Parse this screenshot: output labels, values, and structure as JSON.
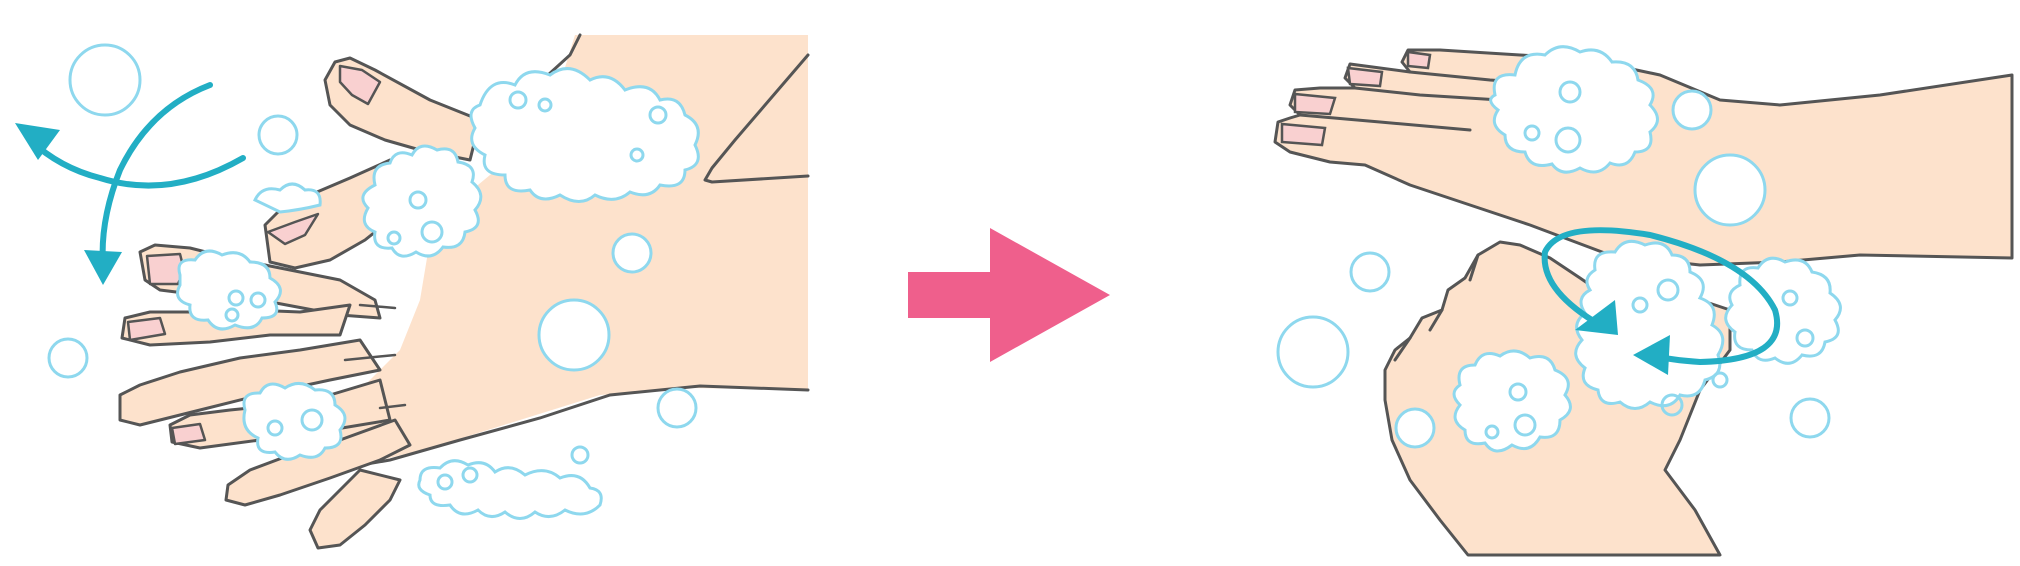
{
  "illustration": {
    "panels": [
      {
        "id": "panel-1",
        "subject": "hands-interlaced-back-of-hand-wash"
      },
      {
        "id": "panel-2",
        "subject": "fist-rubbing-under-palm-wash"
      }
    ],
    "icons": {
      "arrow": "right-arrow-icon",
      "motion_left": "curved-motion-arrows-icon",
      "motion_right": "circular-motion-arrow-icon",
      "bubbles": "soap-bubble-icon",
      "foam": "soap-foam-icon"
    }
  },
  "colors": {
    "skin": "#fde2cc",
    "outline": "#555555",
    "nail": "#f9d0d0",
    "bubble_stroke": "#8ed8ee",
    "foam_fill": "#ffffff",
    "motion_arrow": "#22aec4",
    "step_arrow": "#ef5f8c"
  }
}
